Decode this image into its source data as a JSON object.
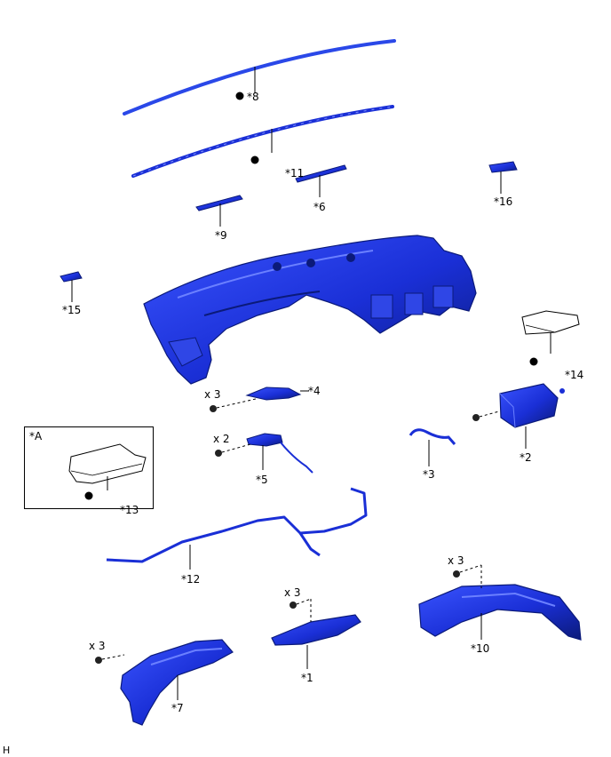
{
  "diagram": {
    "accent_color": "#1a2fd6",
    "dark_color": "#0b1a7a",
    "labels": {
      "p1": "*1",
      "p2": "*2",
      "p3": "*3",
      "p4": "*4",
      "p5": "*5",
      "p6": "*6",
      "p7": "*7",
      "p8": "*8",
      "p9": "*9",
      "p10": "*10",
      "p11": "*11",
      "p12": "*12",
      "p13": "*13",
      "p14": "*14",
      "p15": "*15",
      "p16": "*16",
      "inset": "*A"
    },
    "qty": {
      "q4": "x 3",
      "q5": "x 2",
      "q1": "x 3",
      "q7": "x 3",
      "q10": "x 3"
    },
    "footer_code": "H"
  }
}
